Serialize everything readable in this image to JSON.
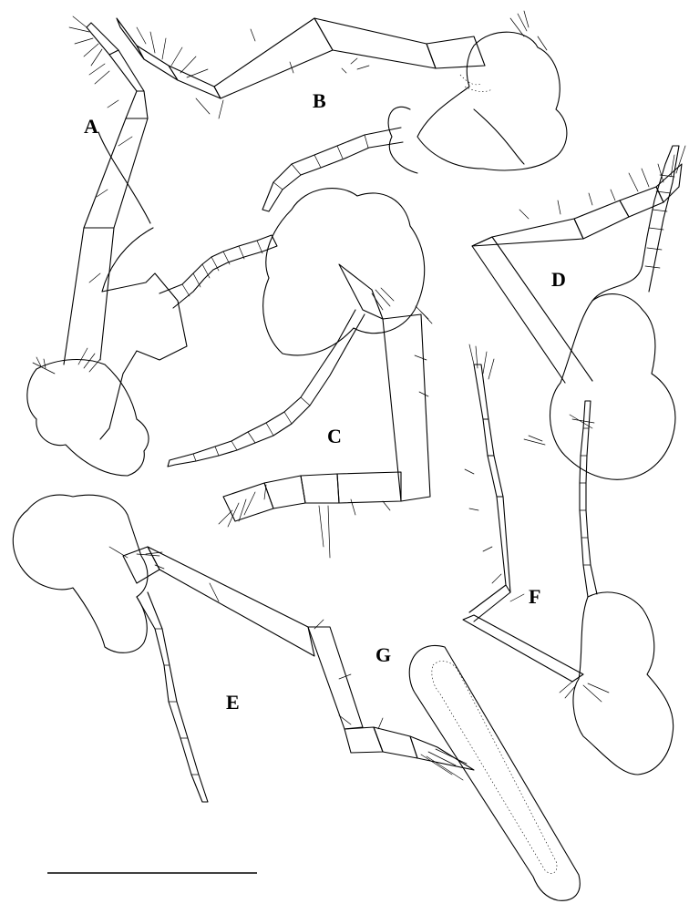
{
  "figure": {
    "panel_labels": [
      "A",
      "B",
      "C",
      "D",
      "E",
      "F",
      "G"
    ],
    "scale_bar_label": ""
  }
}
